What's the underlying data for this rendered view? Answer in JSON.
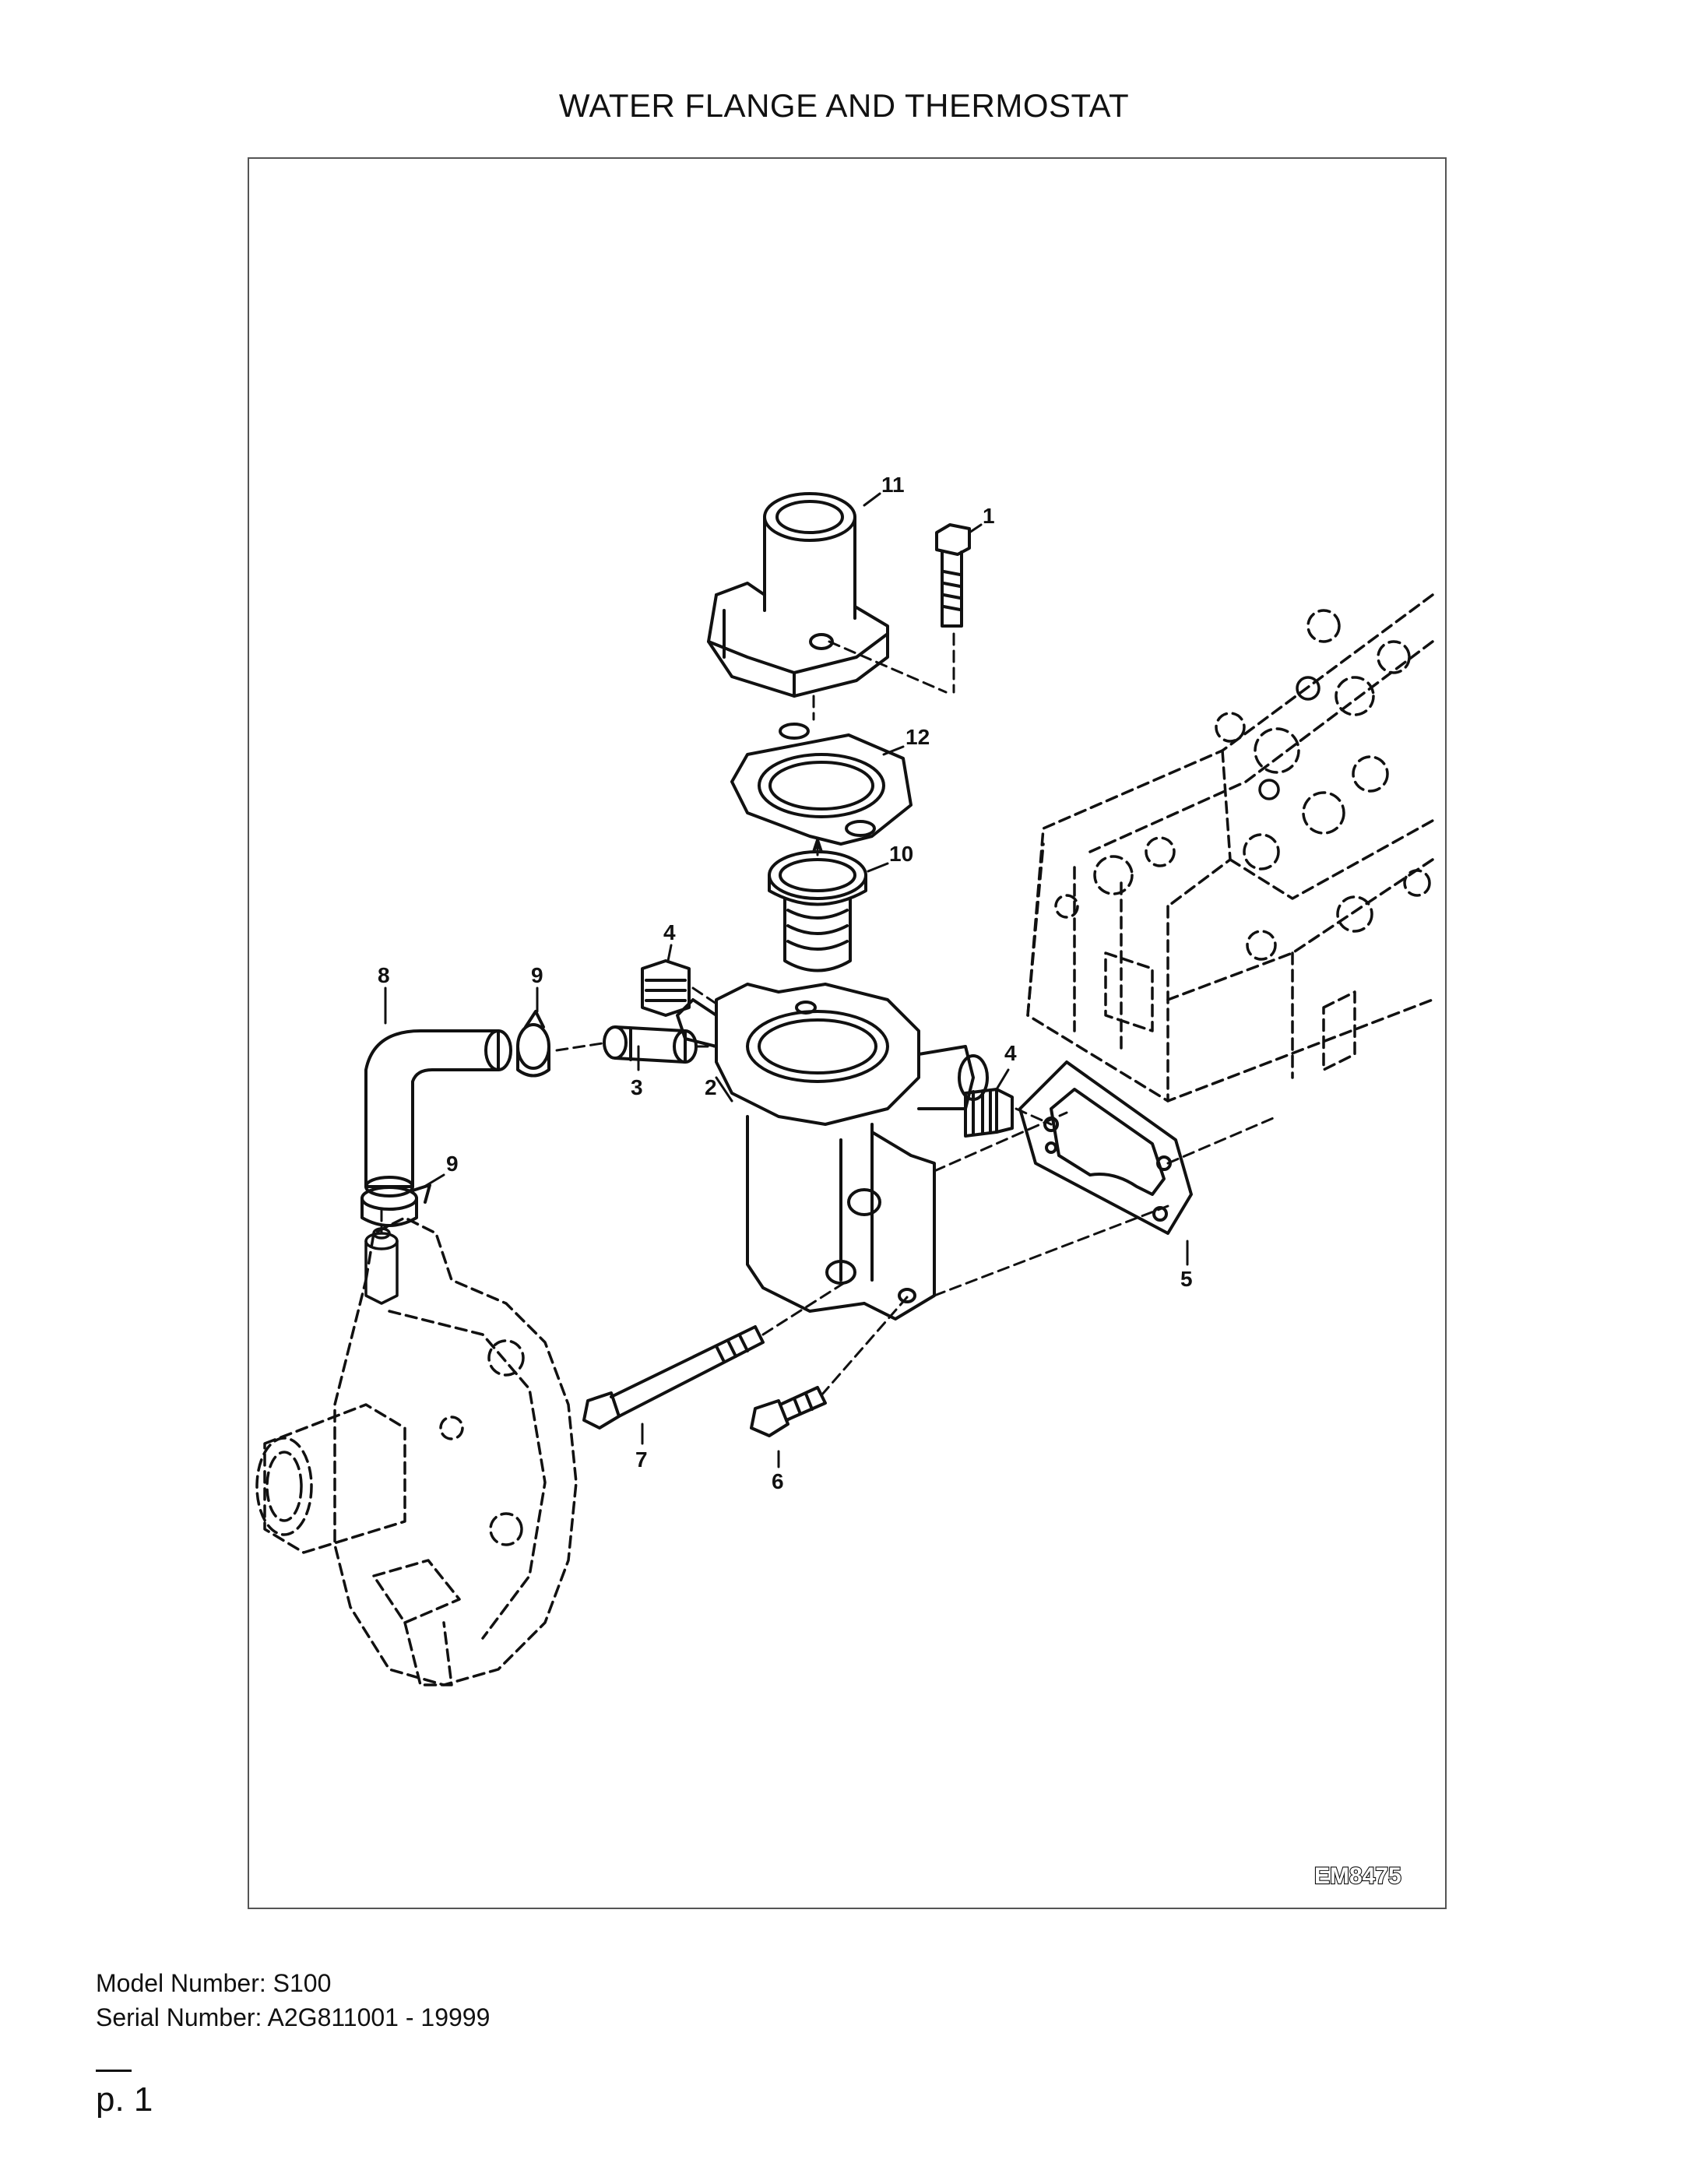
{
  "title": "WATER FLANGE AND THERMOSTAT",
  "drawing_code": "EM8475",
  "callouts": [
    {
      "id": "c1",
      "label": "1"
    },
    {
      "id": "c2",
      "label": "2"
    },
    {
      "id": "c3",
      "label": "3"
    },
    {
      "id": "c4a",
      "label": "4"
    },
    {
      "id": "c4b",
      "label": "4"
    },
    {
      "id": "c5",
      "label": "5"
    },
    {
      "id": "c6",
      "label": "6"
    },
    {
      "id": "c7",
      "label": "7"
    },
    {
      "id": "c8",
      "label": "8"
    },
    {
      "id": "c9a",
      "label": "9"
    },
    {
      "id": "c9b",
      "label": "9"
    },
    {
      "id": "c10",
      "label": "10"
    },
    {
      "id": "c11",
      "label": "11"
    },
    {
      "id": "c12",
      "label": "12"
    }
  ],
  "model_line": "Model Number: S100",
  "serial_line": "Serial Number: A2G811001 - 19999",
  "page_label": "p. 1"
}
